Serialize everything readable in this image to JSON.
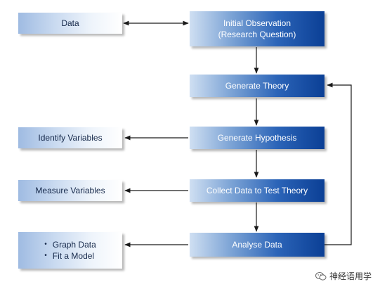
{
  "diagram": {
    "data_box": "Data",
    "initial_observation_line1": "Initial Observation",
    "initial_observation_line2": "(Research Question)",
    "generate_theory": "Generate Theory",
    "generate_hypothesis": "Generate Hypothesis",
    "identify_variables": "Identify Variables",
    "collect_data": "Collect Data to Test Theory",
    "measure_variables": "Measure Variables",
    "analyse_data": "Analyse Data",
    "analysis_steps": [
      "Graph Data",
      "Fit a Model"
    ]
  },
  "watermark": {
    "text": "神经语用学",
    "icon": "wechat-icon"
  },
  "colors": {
    "main_box_dark": "#0b3f95",
    "side_box_light": "#c9daf0",
    "arrow": "#1a1a1a"
  }
}
